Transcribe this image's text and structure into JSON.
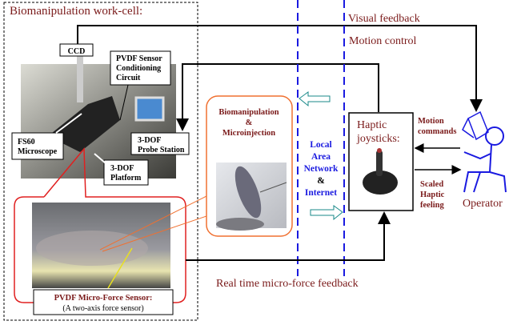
{
  "workcell": {
    "title": "Biomanipulation work-cell:",
    "ccd": "CCD",
    "pvdf_circuit": [
      "PVDF Sensor",
      "Conditioning",
      "Circuit"
    ],
    "microscope": [
      "FS60",
      "Microscope"
    ],
    "probe_station": [
      "3-DOF",
      "Probe Station"
    ],
    "platform": [
      "3-DOF",
      "Platform"
    ],
    "sensor_title": "PVDF Micro-Force Sensor:",
    "sensor_sub": "(A two-axis force sensor)"
  },
  "biomanipulation": [
    "Biomanipulation",
    "&",
    "Microinjection"
  ],
  "network": [
    "Local",
    "Area",
    "Network",
    "&",
    "Internet"
  ],
  "haptic": [
    "Haptic",
    "joysticks:"
  ],
  "labels": {
    "visual_feedback": "Visual feedback",
    "motion_control": "Motion control",
    "motion_commands": [
      "Motion",
      "commands"
    ],
    "scaled_haptic": [
      "Scaled",
      "Haptic",
      "feeling"
    ],
    "operator": "Operator",
    "force_feedback": "Real time micro-force feedback"
  },
  "colors": {
    "label": "#7a1a1a",
    "network": "#1a1ae0",
    "callout_red": "#e02020",
    "callout_orange": "#f07030",
    "arrow_teal": "#1a8a8a"
  }
}
